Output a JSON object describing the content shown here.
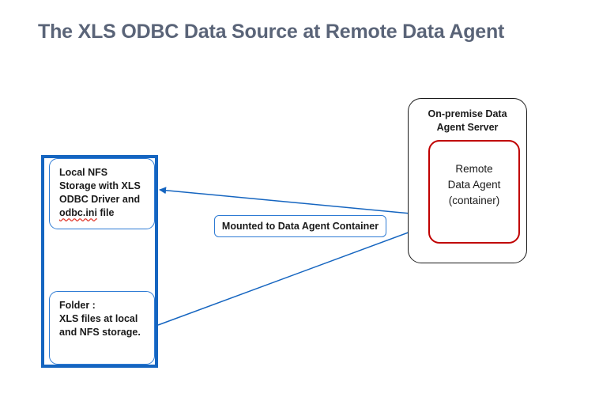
{
  "title": "The XLS ODBC Data Source at Remote Data Agent",
  "colors": {
    "title": "#5a6478",
    "blue_thick": "#1565c0",
    "blue_thin": "#2e7bd4",
    "arrow": "#1565c0",
    "red": "#c00000",
    "black": "#1a1a1a",
    "background": "#ffffff"
  },
  "left_container": {
    "name": "local-storage-group",
    "storage_box": {
      "lines": [
        "Local NFS",
        "Storage with XLS",
        "ODBC Driver and",
        "odbc.ini file"
      ],
      "spellcheck_word": "odbc.ini"
    },
    "folder_box": {
      "lines": [
        "Folder :",
        "XLS files at local",
        "and NFS storage."
      ]
    }
  },
  "center": {
    "caption": "Mounted to Data Agent Container"
  },
  "right_container": {
    "server_title_lines": [
      "On-premise Data",
      "Agent Server"
    ],
    "agent_lines": [
      "Remote",
      "Data Agent",
      "(container)"
    ]
  },
  "connectors": [
    {
      "name": "storage-to-agent",
      "from": "Local NFS Storage box",
      "to": "Remote Data Agent container",
      "style": "double-headed arrow"
    },
    {
      "name": "folder-to-agent",
      "from": "Folder box",
      "to": "Remote Data Agent container",
      "style": "single-headed arrow"
    }
  ]
}
